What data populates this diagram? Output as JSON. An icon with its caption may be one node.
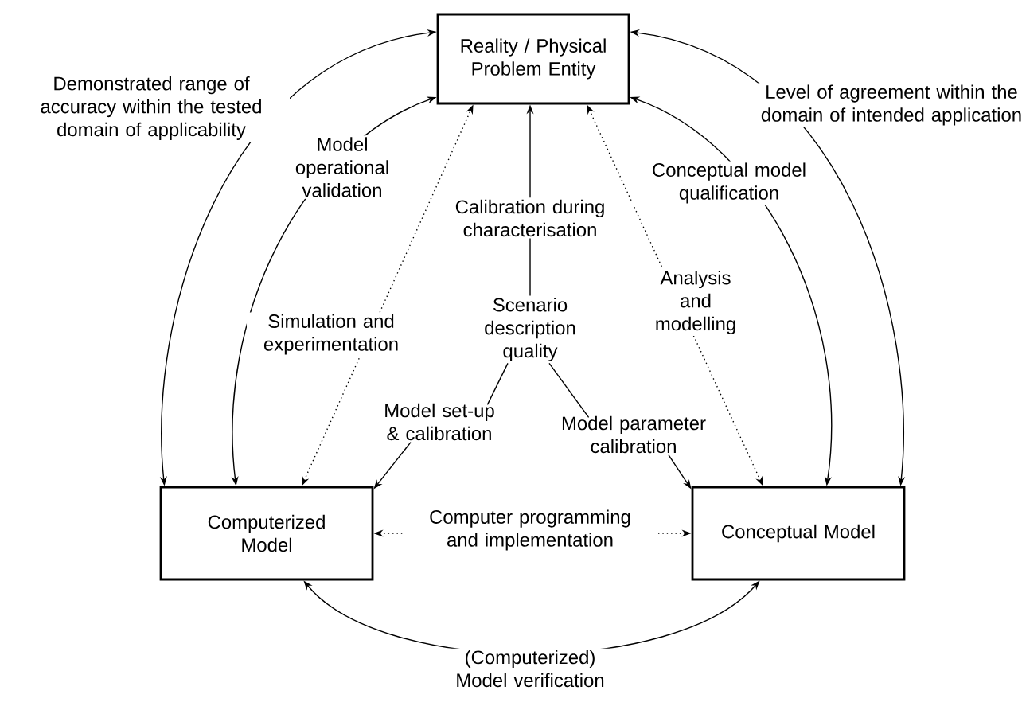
{
  "diagram": {
    "nodes": [
      {
        "text": [
          "Reality / Physical Problem Entity"
        ]
      },
      {
        "text": [
          "Computerized Model"
        ]
      },
      {
        "text": [
          "Conceptual Model"
        ]
      },
      {
        "text": [
          "Calibration during characterisation"
        ]
      },
      {
        "text": [
          "Scenario description quality"
        ]
      },
      {
        "text": [
          "Model set-up & calibration"
        ]
      },
      {
        "text": [
          "Model parameter calibration"
        ]
      }
    ],
    "edges": [
      {
        "from": 1,
        "to": 0,
        "arrow": "both",
        "label": "Demonstrated range of accuracy within the tested domain of applicability"
      },
      {
        "from": 1,
        "to": 0,
        "arrow": "both",
        "label": "Model operational validation"
      },
      {
        "from": 1,
        "to": 0,
        "arrow": "both",
        "style": "dashed",
        "label": "Simulation and experimentation"
      },
      {
        "from": 2,
        "to": 0,
        "arrow": "both",
        "style": "dashed",
        "label": "Analysis and modelling"
      },
      {
        "from": 2,
        "to": 0,
        "arrow": "both",
        "label": "Conceptual model qualification"
      },
      {
        "from": 2,
        "to": 0,
        "arrow": "both",
        "label": "Level of agreement within the domain of intended application"
      },
      {
        "from": 1,
        "to": 2,
        "arrow": "both",
        "style": "dashed",
        "label": "Computer programming and implementation"
      },
      {
        "from": 1,
        "to": 2,
        "arrow": "both",
        "label": "(Computerized) Model verification"
      },
      {
        "from": 3,
        "to": 0,
        "arrow": "to"
      },
      {
        "from": 4,
        "to": 3,
        "arrow": "none"
      },
      {
        "from": 4,
        "to": 5,
        "arrow": "none"
      },
      {
        "from": 4,
        "to": 6,
        "arrow": "none"
      },
      {
        "from": 5,
        "to": 1,
        "arrow": "to"
      },
      {
        "from": 6,
        "to": 2,
        "arrow": "to"
      }
    ]
  }
}
